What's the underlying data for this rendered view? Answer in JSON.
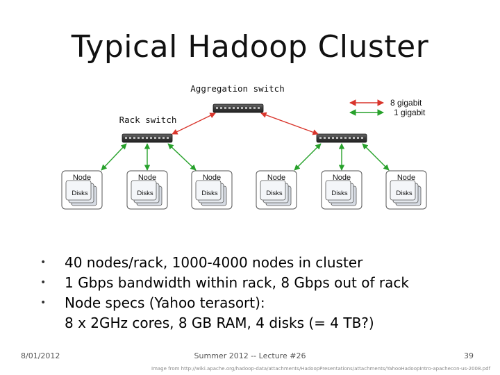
{
  "slide": {
    "title": "Typical Hadoop Cluster",
    "date": "8/01/2012",
    "footer_center": "Summer 2012 -- Lecture #26",
    "page_number": "39",
    "source": "Image from http://wiki.apache.org/hadoop-data/attachments/HadoopPresentations/attachments/YahooHadoopIntro-apachecon-us-2008.pdf"
  },
  "diagram": {
    "aggregation_label": "Aggregation switch",
    "rack_label": "Rack switch",
    "legend": [
      {
        "label": "8 gigabit",
        "color": "#d9352c"
      },
      {
        "label": "1 gigabit",
        "color": "#27a12b"
      }
    ],
    "node_label": "Node",
    "disks_label": "Disks"
  },
  "bullets": [
    {
      "text": "40 nodes/rack, 1000-4000 nodes in cluster"
    },
    {
      "text": "1 Gbps bandwidth within rack, 8 Gbps out of rack"
    },
    {
      "text": "Node specs (Yahoo terasort):",
      "continuation": "8 x 2GHz cores, 8 GB RAM, 4 disks (= 4 TB?)"
    }
  ]
}
